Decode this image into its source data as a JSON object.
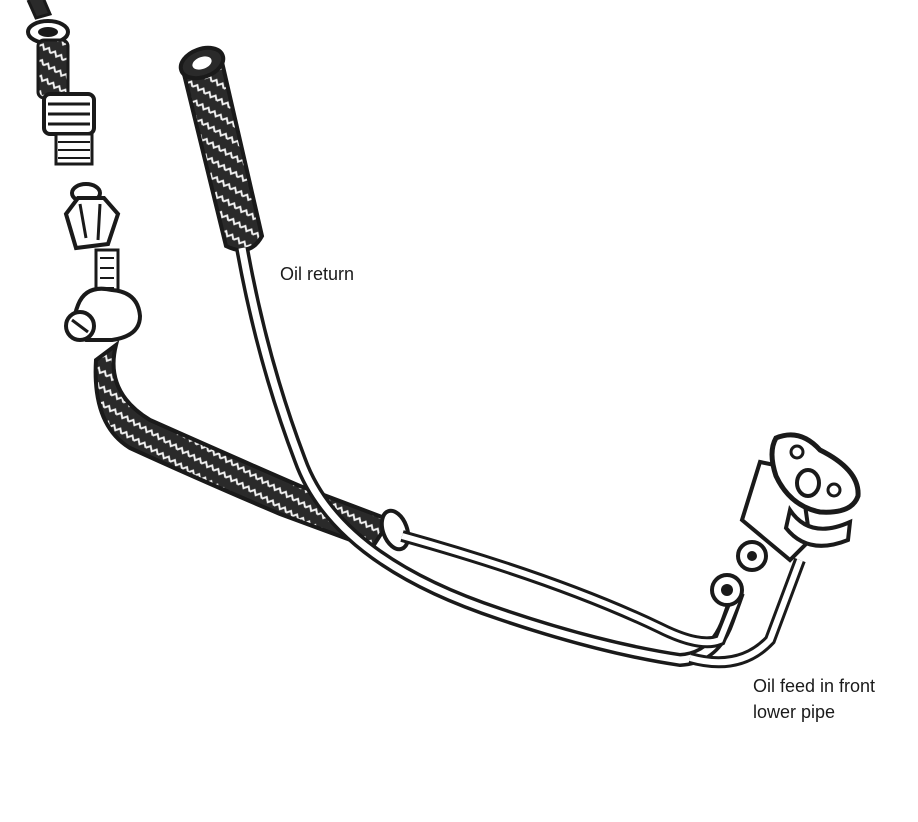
{
  "labels": {
    "oil_return": "Oil return",
    "oil_feed_line1": "Oil feed in front",
    "oil_feed_line2": "lower pipe"
  },
  "colors": {
    "ink": "#1a1a1a",
    "hose": "#2a2a2a",
    "braid": "#f2f2f2",
    "background": "#ffffff"
  }
}
